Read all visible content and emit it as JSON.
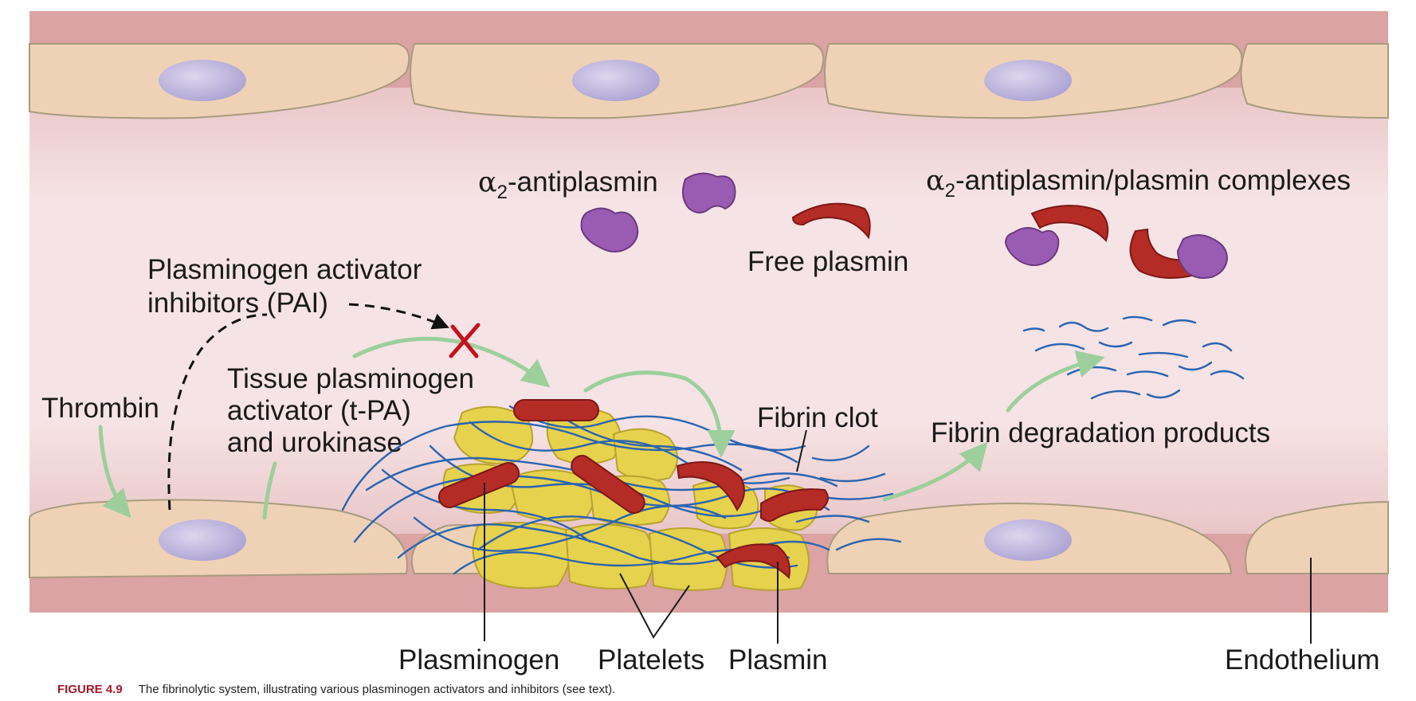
{
  "figure": {
    "labels": {
      "antiplasmin_alpha": "α",
      "antiplasmin_sub": "2",
      "antiplasmin_rest": "-antiplasmin",
      "complexes_alpha": "α",
      "complexes_sub": "2",
      "complexes_rest": "-antiplasmin/plasmin complexes",
      "free_plasmin": "Free plasmin",
      "pai_line1": "Plasminogen activator",
      "pai_line2": "inhibitors (PAI)",
      "tpa_line1": "Tissue plasminogen",
      "tpa_line2": "activator (t-PA)",
      "tpa_line3": "and urokinase",
      "thrombin": "Thrombin",
      "fibrin_clot": "Fibrin clot",
      "fdp": "Fibrin degradation products",
      "plasminogen": "Plasminogen",
      "platelets": "Platelets",
      "plasmin": "Plasmin",
      "endothelium": "Endothelium"
    },
    "caption": {
      "number": "FIGURE 4.9",
      "text": "The fibrinolytic system, illustrating various plasminogen activators and inhibitors (see text)."
    }
  },
  "colors": {
    "vessel_wall": "#dba3a3",
    "lumen": "#f4dee0",
    "endothelial_cell": "#efd2b6",
    "nucleus": "#b9b1d9",
    "platelet": "#e6d24c",
    "fibrin": "#2a64b0",
    "plasmin": "#b52b26",
    "antiplasmin": "#9a5cb2",
    "arrow_green": "#9ccf9c",
    "inhibit_x": "#c4121f",
    "caption_accent": "#a3182a"
  }
}
